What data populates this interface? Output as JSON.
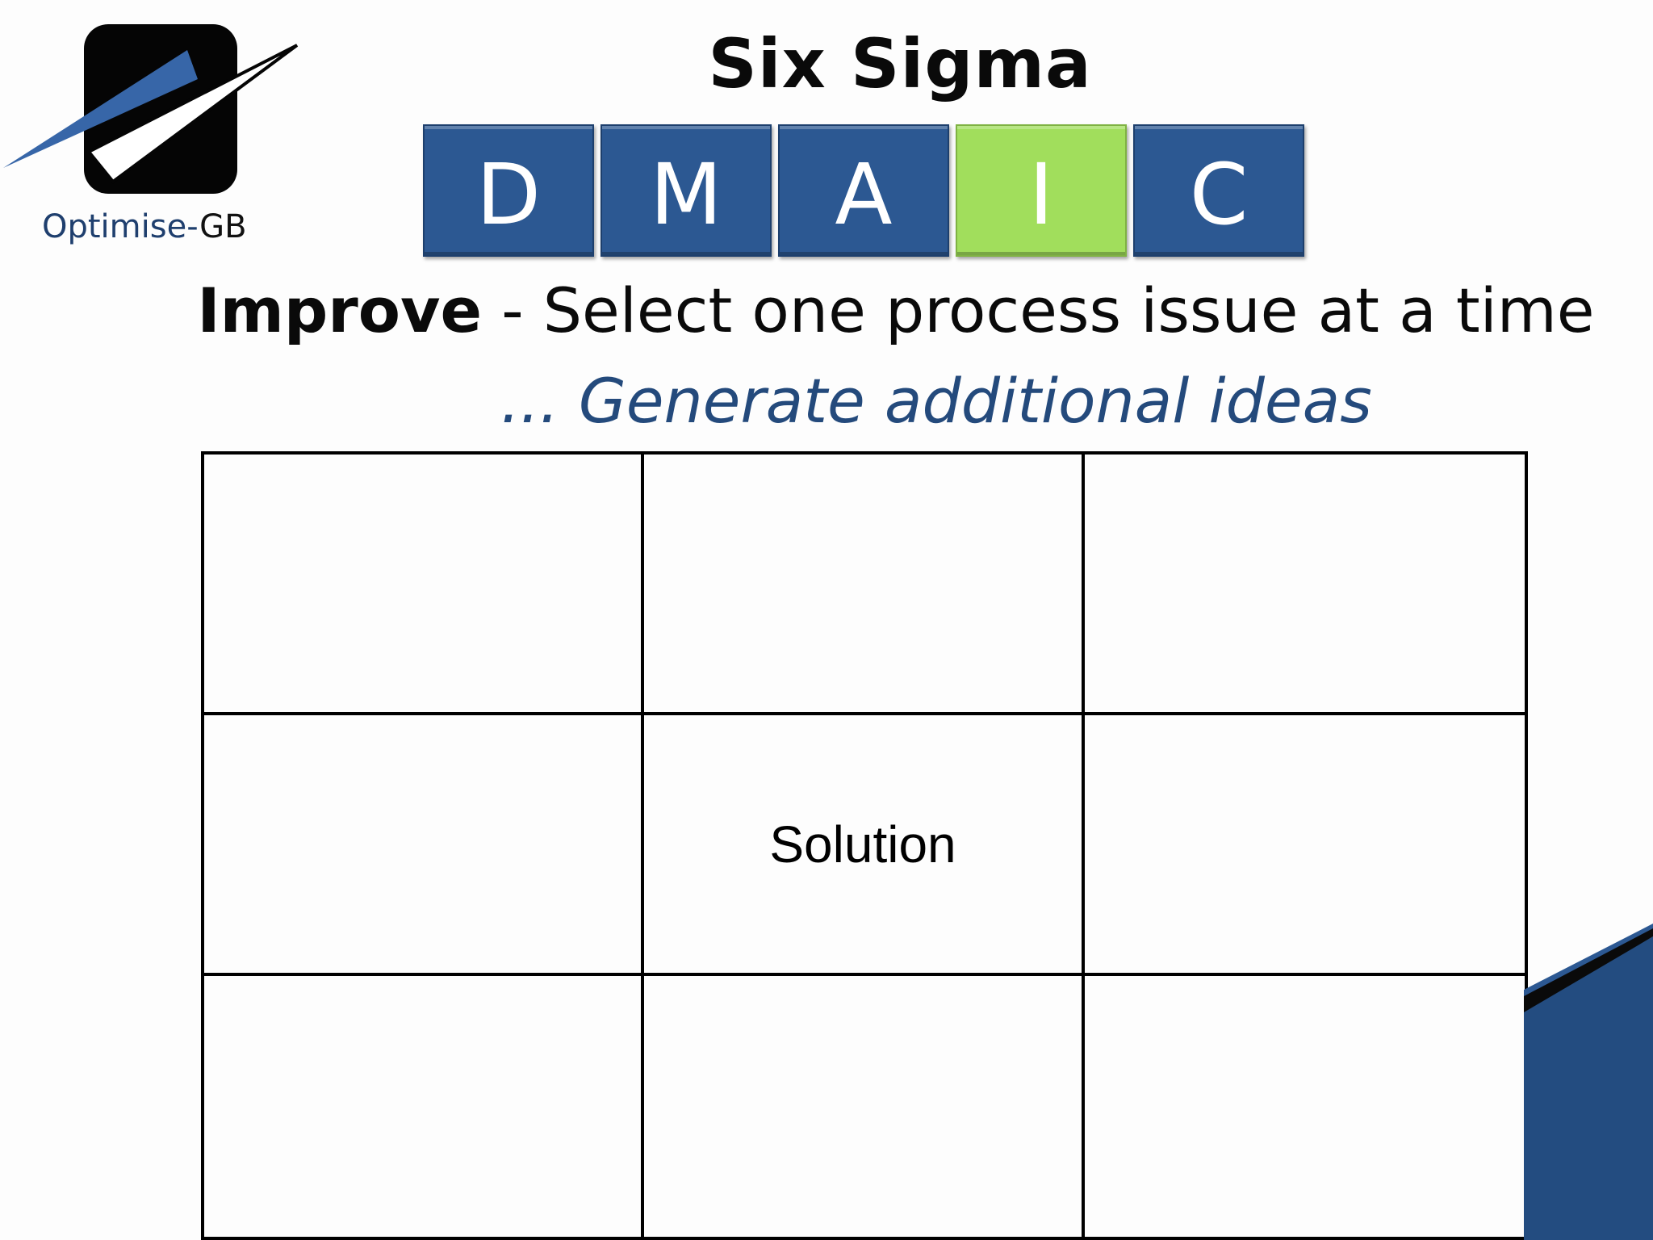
{
  "logo": {
    "name_prefix": "Optimise-",
    "name_suffix": "GB"
  },
  "title": "Six Sigma",
  "dmaic": {
    "phases": [
      {
        "letter": "D",
        "active": false
      },
      {
        "letter": "M",
        "active": false
      },
      {
        "letter": "A",
        "active": false
      },
      {
        "letter": "I",
        "active": true
      },
      {
        "letter": "C",
        "active": false
      }
    ]
  },
  "heading": {
    "bold": "Improve",
    "rest": " - Select one process issue at a time"
  },
  "subheading": "... Generate additional ideas",
  "grid": {
    "cells": [
      "",
      "",
      "",
      "",
      "Solution",
      "",
      "",
      "",
      ""
    ]
  },
  "colors": {
    "phase_blue": "#2c5892",
    "phase_active_green": "#a1de5c",
    "accent_text": "#244a7c"
  }
}
